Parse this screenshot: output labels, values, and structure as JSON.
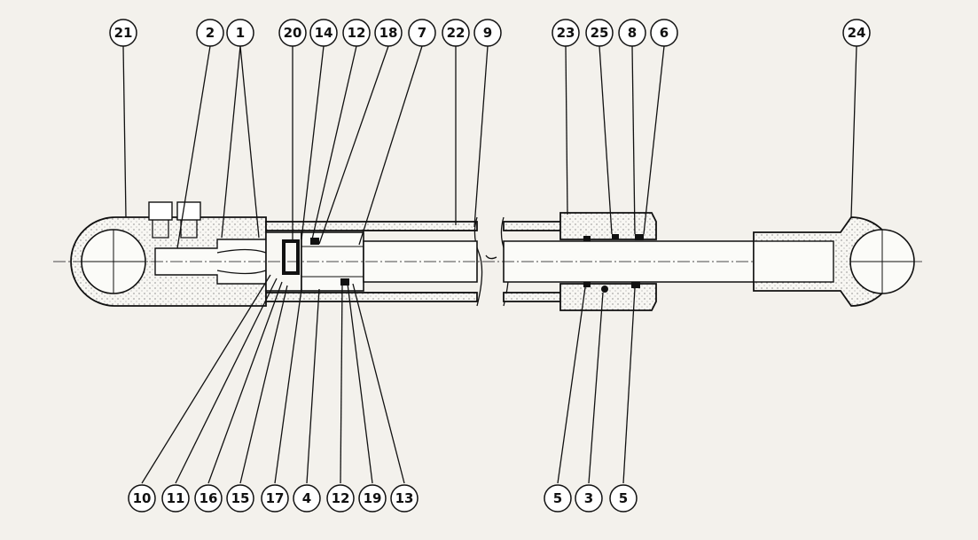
{
  "labels_top": [
    "21",
    "2",
    "1",
    "20",
    "14",
    "12",
    "18",
    "7",
    "22",
    "9",
    "23",
    "25",
    "8",
    "6",
    "24"
  ],
  "labels_bottom": [
    "10",
    "11",
    "16",
    "15",
    "17",
    "4",
    "12",
    "19",
    "13",
    "5",
    "3",
    "5"
  ],
  "colors": {
    "ink": "#111111",
    "paper": "#f3f1ec"
  }
}
